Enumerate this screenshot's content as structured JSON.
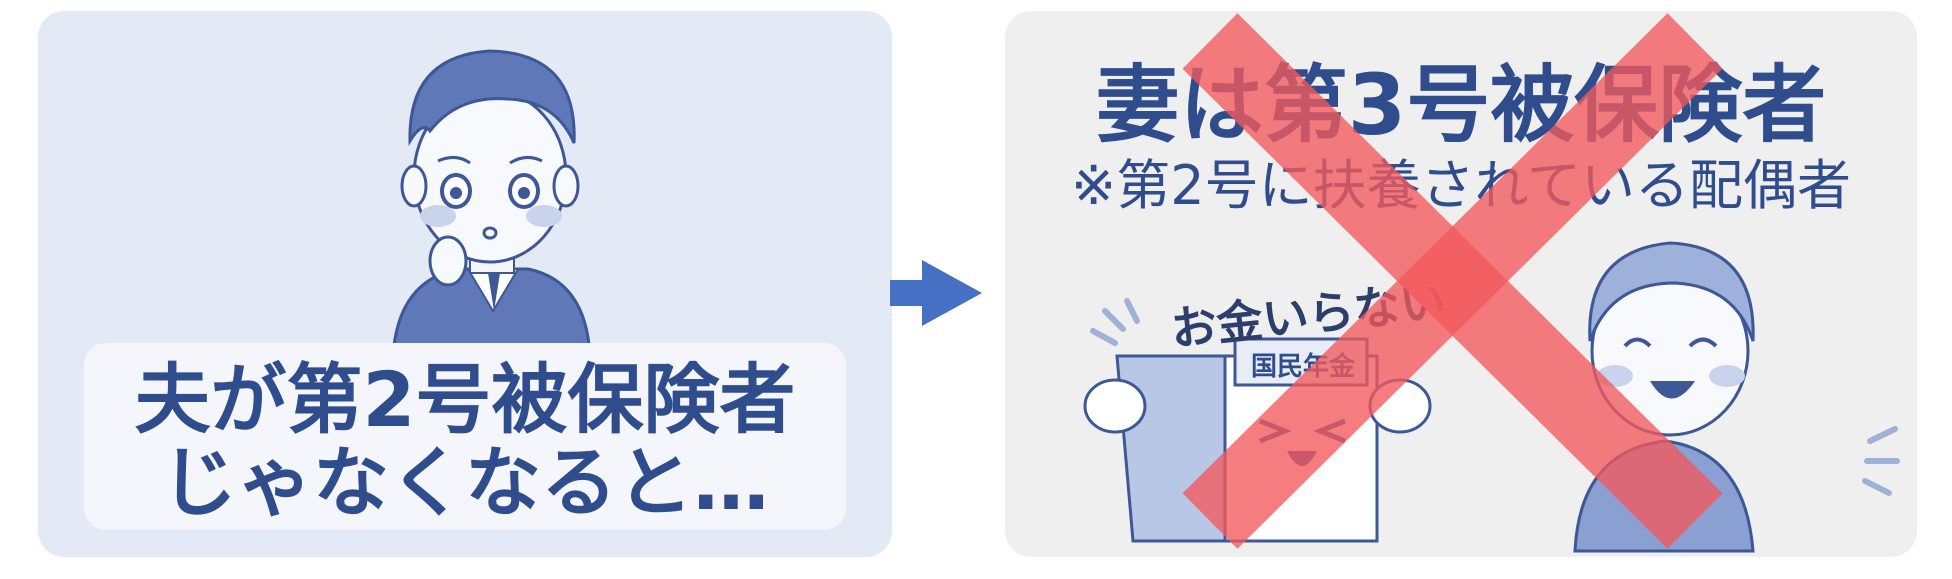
{
  "left_panel": {
    "caption_line1": "夫が第2号被保険者",
    "caption_line2": "じゃなくなると…"
  },
  "right_panel": {
    "title": "妻は第3号被保険者",
    "subtitle": "※第2号に扶養されている配偶者",
    "speech": "お金いらない",
    "sign": "国民年金"
  },
  "colors": {
    "left_bg": "#e4eaf5",
    "right_bg": "#efefef",
    "text_blue": "#2f4d8c",
    "arrow_blue": "#4570c4",
    "cross_red": "#f2595c"
  },
  "icons": [
    "man-thinking-illustration",
    "arrow-right-icon",
    "pension-building-illustration",
    "woman-laughing-illustration",
    "cross-mark-icon"
  ]
}
